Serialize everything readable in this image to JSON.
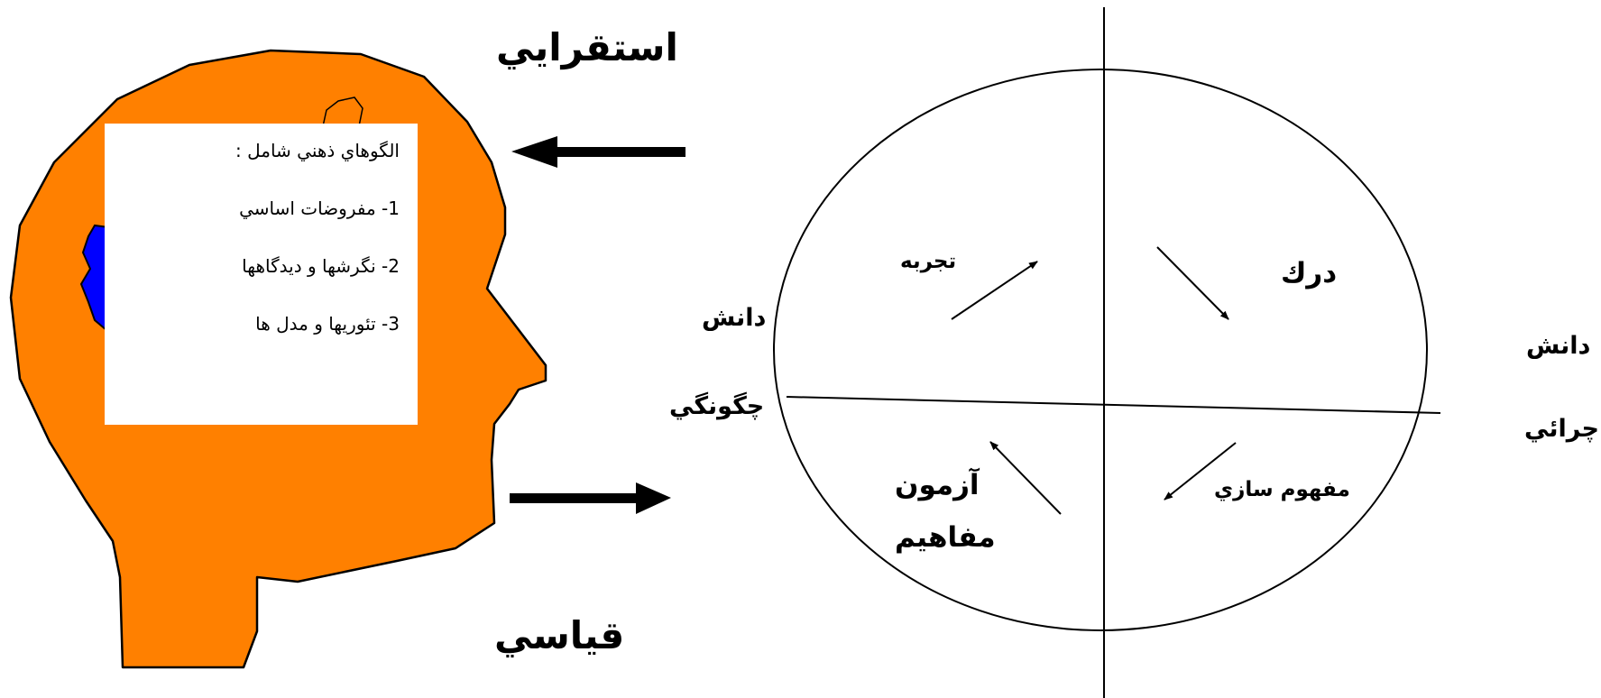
{
  "head_panel": {
    "title": "الگوهاي ذهني شامل :",
    "items": [
      "1- مفروضات اساسي",
      "2- نگرشها و ديدگاهها",
      "3- تئوريها و مدل ها"
    ]
  },
  "flows": {
    "top": "استقرايي",
    "bottom": "قياسي"
  },
  "cycle": {
    "q_top_right": "درك",
    "q_top_left": "تجربه",
    "q_bottom_right": "مفهوم سازي",
    "q_bottom_left_line1": "آزمون",
    "q_bottom_left_line2": "مفاهيم"
  },
  "sides": {
    "left_line1": "دانش",
    "left_line2": "چگونگي",
    "right_line1": "دانش",
    "right_line2": "چرائي"
  },
  "colors": {
    "head_fill": "#FF8000",
    "gear_fill": "#0000FF",
    "stroke": "#000000"
  }
}
